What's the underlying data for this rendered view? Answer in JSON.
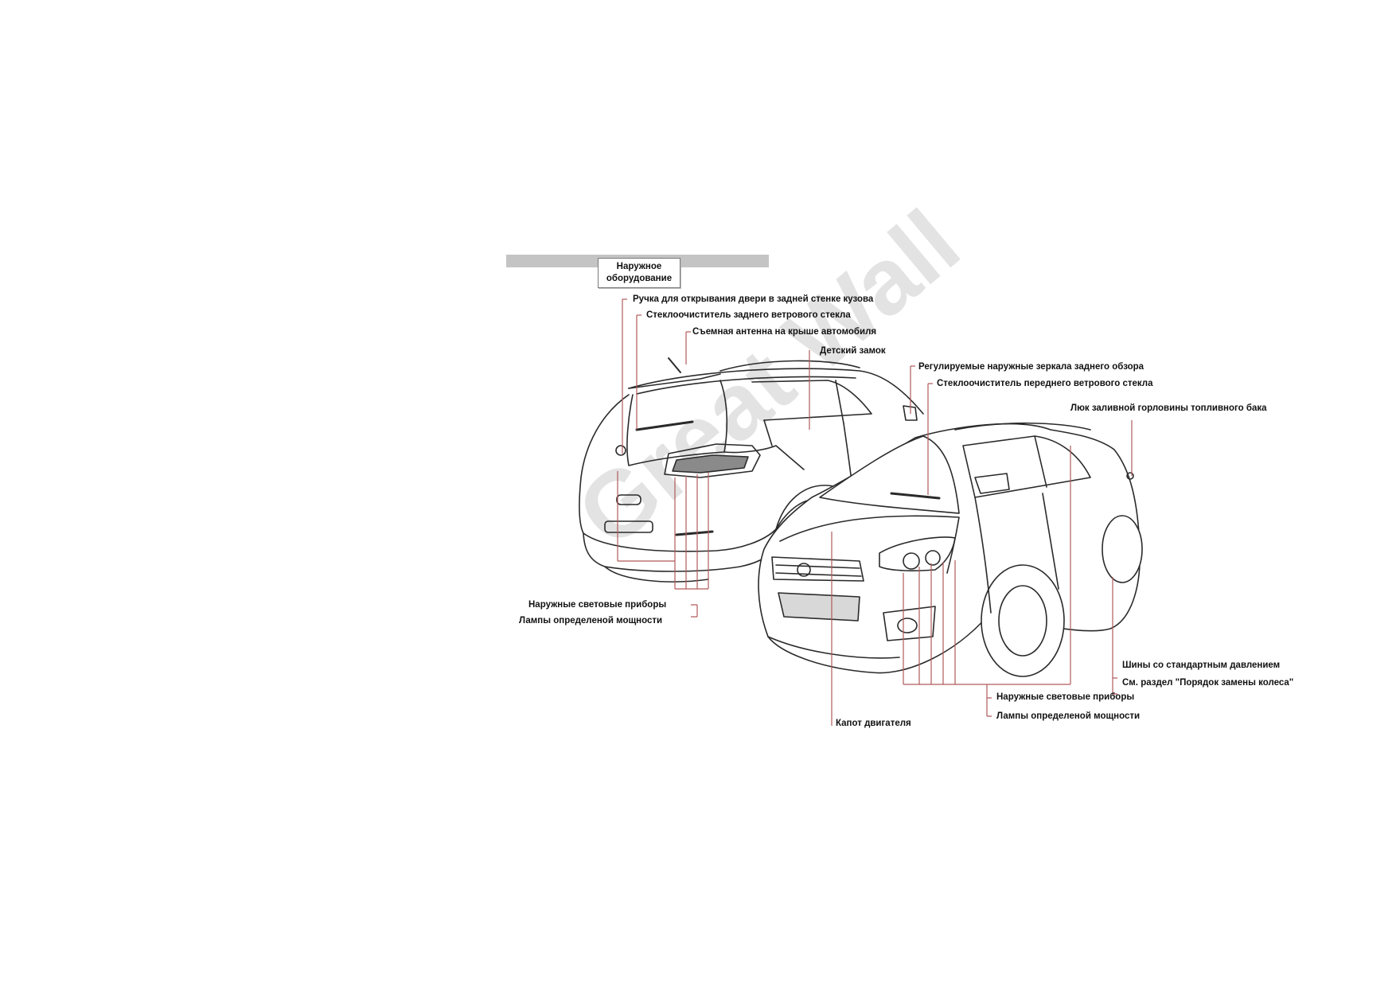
{
  "section": {
    "title_line1": "Наружное",
    "title_line2": "оборудование"
  },
  "watermark": "Great Wall",
  "rear_car_labels": {
    "tailgate_handle": "Ручка для открывания двери в задней стенке кузова",
    "rear_wiper": "Стеклоочиститель заднего ветрового стекла",
    "roof_antenna": "Съемная антенна на крыше автомобиля",
    "child_lock": "Детский замок",
    "exterior_lights": "Наружные световые приборы",
    "bulb_wattage": "Лампы определеной мощности"
  },
  "front_car_labels": {
    "mirrors": "Регулируемые наружные зеркала заднего обзора",
    "front_wiper": "Стеклоочиститель переднего ветрового стекла",
    "fuel_door": "Люк заливной горловины топливного бака",
    "tires": "Шины со стандартным давлением",
    "tire_ref": "См. раздел \"Порядок замены колеса\"",
    "exterior_lights": "Наружные световые приборы",
    "bulb_wattage": "Лампы определеной мощности",
    "hood": "Капот двигателя"
  },
  "colors": {
    "leader": "#b05a5a",
    "header_bar": "#c4c4c4",
    "outline": "#2a2a2a"
  }
}
